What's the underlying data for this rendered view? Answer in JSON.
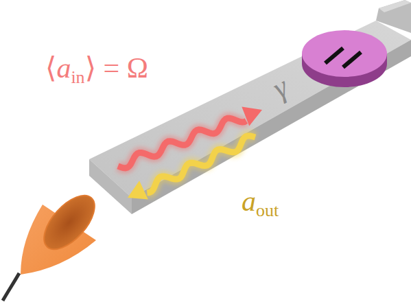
{
  "diagram": {
    "labels": [
      "⟨",
      "a",
      "in",
      "⟩ = Ω",
      "a",
      "out",
      "γ"
    ]
  }
}
